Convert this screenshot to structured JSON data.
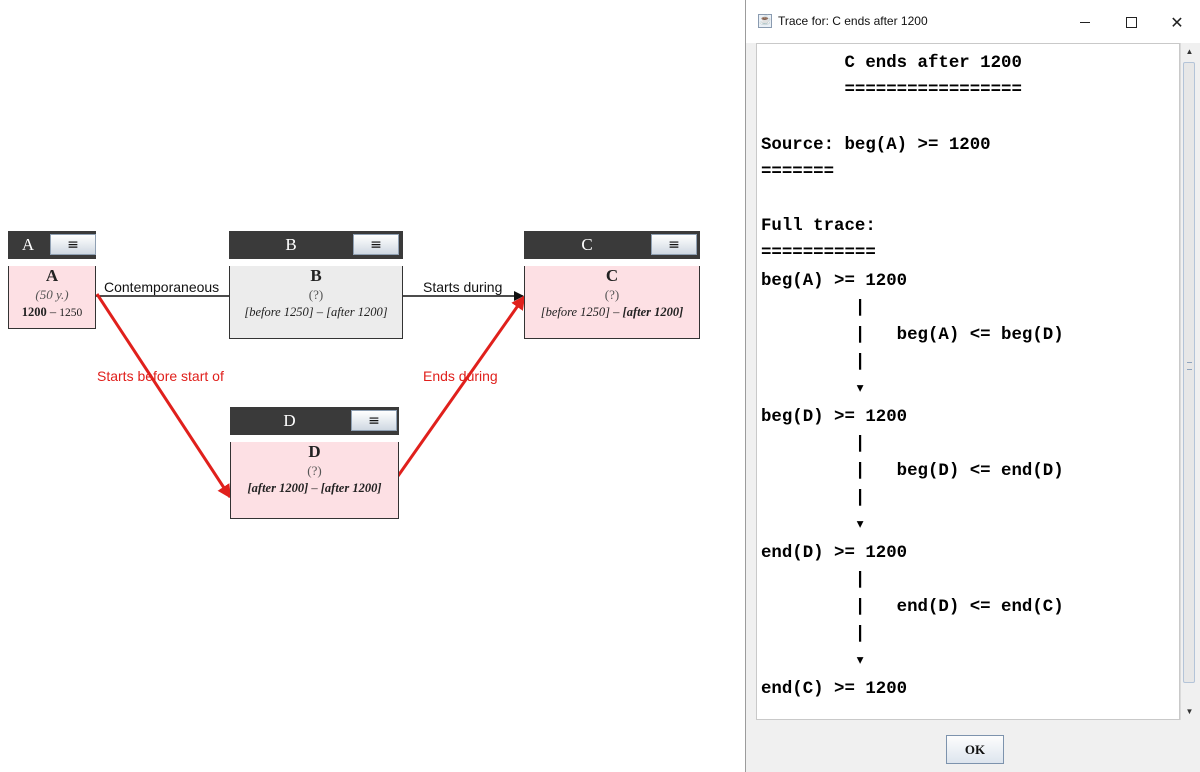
{
  "diagram": {
    "nodes": [
      {
        "id": "A",
        "header": "A",
        "name": "A",
        "duration": "(50 y.)",
        "range_start": "1200",
        "range_sep": "–",
        "range_end": "1250"
      },
      {
        "id": "B",
        "header": "B",
        "name": "B",
        "duration": "(?)",
        "range_start": "[before 1250]",
        "range_sep": "–",
        "range_end": "[after 1200]"
      },
      {
        "id": "C",
        "header": "C",
        "name": "C",
        "duration": "(?)",
        "range_start": "[before 1250]",
        "range_sep": "–",
        "range_end": "[after 1200]"
      },
      {
        "id": "D",
        "header": "D",
        "name": "D",
        "duration": "(?)",
        "range_start": "[after 1200]",
        "range_sep": "–",
        "range_end": "[after 1200]"
      }
    ],
    "menu_glyph": "≡",
    "relations": [
      {
        "from": "A",
        "to": "B",
        "label": "Contemporaneous",
        "color": "#111111"
      },
      {
        "from": "B",
        "to": "C",
        "label": "Starts during",
        "color": "#111111"
      },
      {
        "from": "A",
        "to": "D",
        "label": "Starts before start of",
        "color": "#e0201c"
      },
      {
        "from": "D",
        "to": "C",
        "label": "Ends during",
        "color": "#e0201c"
      }
    ],
    "colors": {
      "highlight": "#fde0e4",
      "neutral": "#ececec",
      "header": "#3a3a3a",
      "trace_link": "#e0201c"
    }
  },
  "dialog": {
    "title": "Trace for: C ends after 1200",
    "trace_text": "        C ends after 1200\n        =================\n\nSource: beg(A) >= 1200\n=======\n\nFull trace:\n===========\nbeg(A) >= 1200\n         |\n         |   beg(A) <= beg(D)\n         |\n         ▾\nbeg(D) >= 1200\n         |\n         |   beg(D) <= end(D)\n         |\n         ▾\nend(D) >= 1200\n         |\n         |   end(D) <= end(C)\n         |\n         ▾\nend(C) >= 1200",
    "ok_label": "OK"
  }
}
